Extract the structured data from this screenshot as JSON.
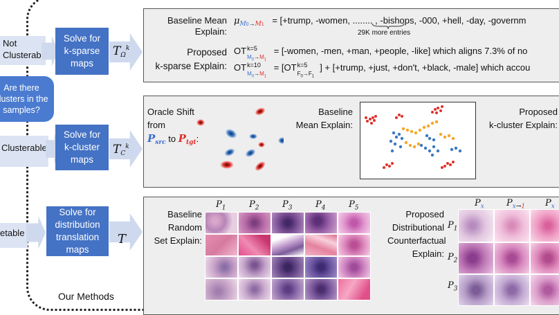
{
  "left": {
    "not_clusterable": "Not\nClusterable",
    "question": "Are there\nclusters in the\nsamples?",
    "clusterable": "Clusterable",
    "translatable": "etable"
  },
  "methods": {
    "row1": "Solve for\nk-sparse\nmaps",
    "row2": "Solve for\nk-cluster\nmaps",
    "row3": "Solve for\ndistribution\ntranslation\nmaps",
    "symbol1": "T",
    "symbol1_sup": "k",
    "symbol1_sub": "Ω",
    "symbol2": "T",
    "symbol2_sup": "k",
    "symbol2_sub": "C",
    "symbol3": "T",
    "caption": "Our Methods"
  },
  "panel1": {
    "baseline_label": "Baseline Mean\nExplain:",
    "mu": "μ",
    "mu_sub_a": "M",
    "mu_sub_a0": "0",
    "mu_arrow": "→",
    "mu_sub_b": "M",
    "mu_sub_b1": "1",
    "baseline_eq": "= [+trump, -women, ........ , -bishops, -000, +hell, -day, -governm",
    "more_entries": "29K more entries",
    "proposed_label": "Proposed\nk-sparse Explain:",
    "ot_a": "OT",
    "ot_a_sup": "k=5",
    "ot_a_rest": "= [-women, -men, +man, +people, -like]   which aligns 7.3% of no",
    "ot_b": "OT",
    "ot_b_sup": "k=10",
    "ot_b_inner": "OT",
    "ot_b_inner_sup": "k=5",
    "ot_b_inner_sub": "F",
    "ot_b_rest": "] + [+trump, +just, +don't, +black, -male]   which accou",
    "ot_b_eq": "= ["
  },
  "panel2": {
    "oracle_title": "Oracle Shift\nfrom",
    "psrc": "P",
    "psrc_sub": "src",
    "to": "to",
    "ptgt": "P",
    "ptgt_sub": "tgt",
    "colon": ":",
    "baseline_label": "Baseline\nMean Explain:",
    "proposed_label": "Proposed\nk-cluster Explain:"
  },
  "panel3": {
    "baseline_label": "Baseline\nRandom\nSet Explain:",
    "columns": [
      "P1",
      "P2",
      "P3",
      "P4",
      "P5"
    ],
    "proposed_label": "Proposed\nDistributional\nCounterfactual\nExplain:",
    "right_cols": [
      "Px",
      "Px→1",
      "Px"
    ],
    "right_rows": [
      "P1",
      "P2",
      "P3"
    ]
  },
  "colors": {
    "blue": "#4472c4",
    "light_blue": "#cfd9ee",
    "panel": "#eeeeee",
    "red": "#e0302a",
    "orange": "#f5a623",
    "point_blue": "#3b78c2"
  }
}
